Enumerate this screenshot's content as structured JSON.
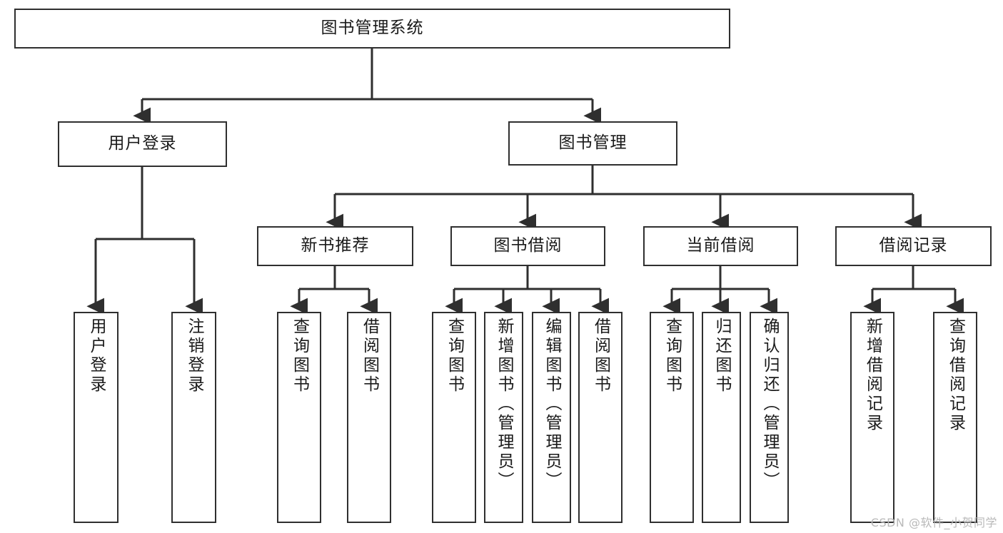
{
  "diagram": {
    "type": "tree-flowchart",
    "title": "图书管理系统",
    "watermark": "CSDN @软件_小贺同学",
    "colors": {
      "stroke": "#2f2f2f",
      "fill": "#ffffff",
      "text": "#1a1a1a",
      "watermark": "#b9b9b9"
    },
    "levels": {
      "root": {
        "label": "图书管理系统"
      },
      "level2": [
        {
          "id": "user-login",
          "label": "用户登录"
        },
        {
          "id": "book-manage",
          "label": "图书管理"
        }
      ],
      "level3": [
        {
          "id": "new-book-rec",
          "label": "新书推荐",
          "parent": "book-manage"
        },
        {
          "id": "book-borrow",
          "label": "图书借阅",
          "parent": "book-manage"
        },
        {
          "id": "current-borrow",
          "label": "当前借阅",
          "parent": "book-manage"
        },
        {
          "id": "borrow-record",
          "label": "借阅记录",
          "parent": "book-manage"
        }
      ],
      "leaves": [
        {
          "id": "leaf-1",
          "label": "用户登录",
          "parent": "user-login"
        },
        {
          "id": "leaf-2",
          "label": "注销登录",
          "parent": "user-login"
        },
        {
          "id": "leaf-3",
          "label": "查询图书",
          "parent": "new-book-rec"
        },
        {
          "id": "leaf-4",
          "label": "借阅图书",
          "parent": "new-book-rec"
        },
        {
          "id": "leaf-5",
          "label": "查询图书",
          "parent": "book-borrow"
        },
        {
          "id": "leaf-6",
          "label": "新增图书（管理员）",
          "parent": "book-borrow"
        },
        {
          "id": "leaf-7",
          "label": "编辑图书（管理员）",
          "parent": "book-borrow"
        },
        {
          "id": "leaf-8",
          "label": "借阅图书",
          "parent": "book-borrow"
        },
        {
          "id": "leaf-9",
          "label": "查询图书",
          "parent": "current-borrow"
        },
        {
          "id": "leaf-10",
          "label": "归还图书",
          "parent": "current-borrow"
        },
        {
          "id": "leaf-11",
          "label": "确认归还（管理员）",
          "parent": "current-borrow"
        },
        {
          "id": "leaf-12",
          "label": "新增借阅记录",
          "parent": "borrow-record"
        },
        {
          "id": "leaf-13",
          "label": "查询借阅记录",
          "parent": "borrow-record"
        }
      ]
    }
  }
}
